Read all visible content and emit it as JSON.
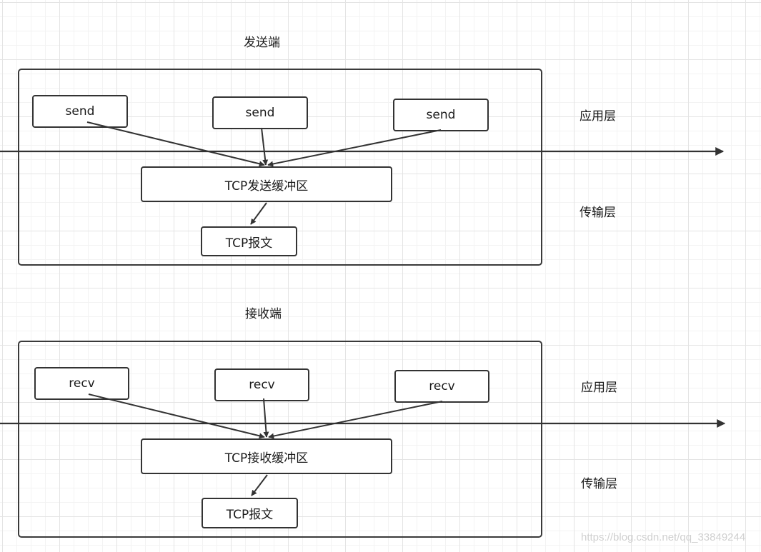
{
  "sender": {
    "title": "发送端",
    "calls": [
      "send",
      "send",
      "send"
    ],
    "buffer": "TCP发送缓冲区",
    "segment": "TCP报文",
    "app_layer": "应用层",
    "transport_layer": "传输层"
  },
  "receiver": {
    "title": "接收端",
    "calls": [
      "recv",
      "recv",
      "recv"
    ],
    "buffer": "TCP接收缓冲区",
    "segment": "TCP报文",
    "app_layer": "应用层",
    "transport_layer": "传输层"
  },
  "watermark": "https://blog.csdn.net/qq_33849244",
  "colors": {
    "stroke": "#333333",
    "grid": "#e4e4e4",
    "background": "#ffffff"
  }
}
